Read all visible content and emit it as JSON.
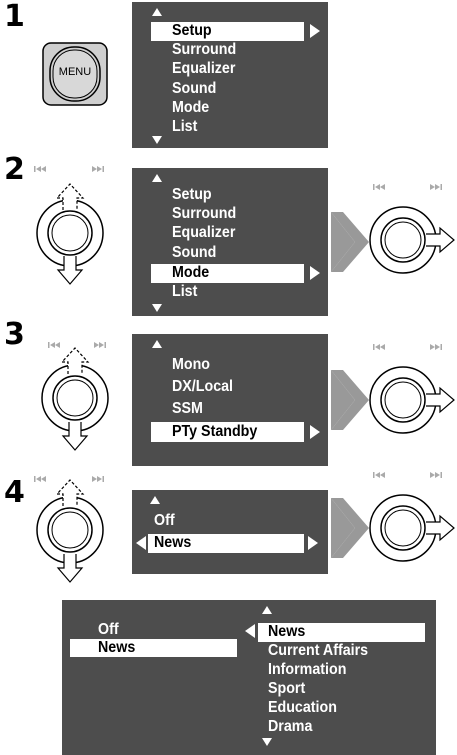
{
  "steps": [
    "1",
    "2",
    "3",
    "4"
  ],
  "menu_button": {
    "label": "MENU"
  },
  "panel1": {
    "items": [
      "Setup",
      "Surround",
      "Equalizer",
      "Sound",
      "Mode",
      "List"
    ],
    "selected": "Setup"
  },
  "panel2": {
    "items": [
      "Setup",
      "Surround",
      "Equalizer",
      "Sound",
      "Mode",
      "List"
    ],
    "selected": "Mode"
  },
  "panel3": {
    "items": [
      "Mono",
      "DX/Local",
      "SSM",
      "PTy Standby"
    ],
    "selected": "PTy Standby"
  },
  "panel4": {
    "items": [
      "Off",
      "News"
    ],
    "selected": "News"
  },
  "panel5": {
    "left_items": [
      "Off",
      "News"
    ],
    "right_items": [
      "News",
      "Current Affairs",
      "Information",
      "Sport",
      "Education",
      "Drama"
    ],
    "selected": "News"
  },
  "colors": {
    "panel_bg": "#4d4d4d",
    "highlight": "#ffffff",
    "arrow_gray": "#999999",
    "skip_icons": "#aaaaaa"
  },
  "icons": [
    "skip-back-icon",
    "skip-forward-icon",
    "up-arrow-icon",
    "down-arrow-icon",
    "right-arrow-icon",
    "menu-button-icon"
  ]
}
